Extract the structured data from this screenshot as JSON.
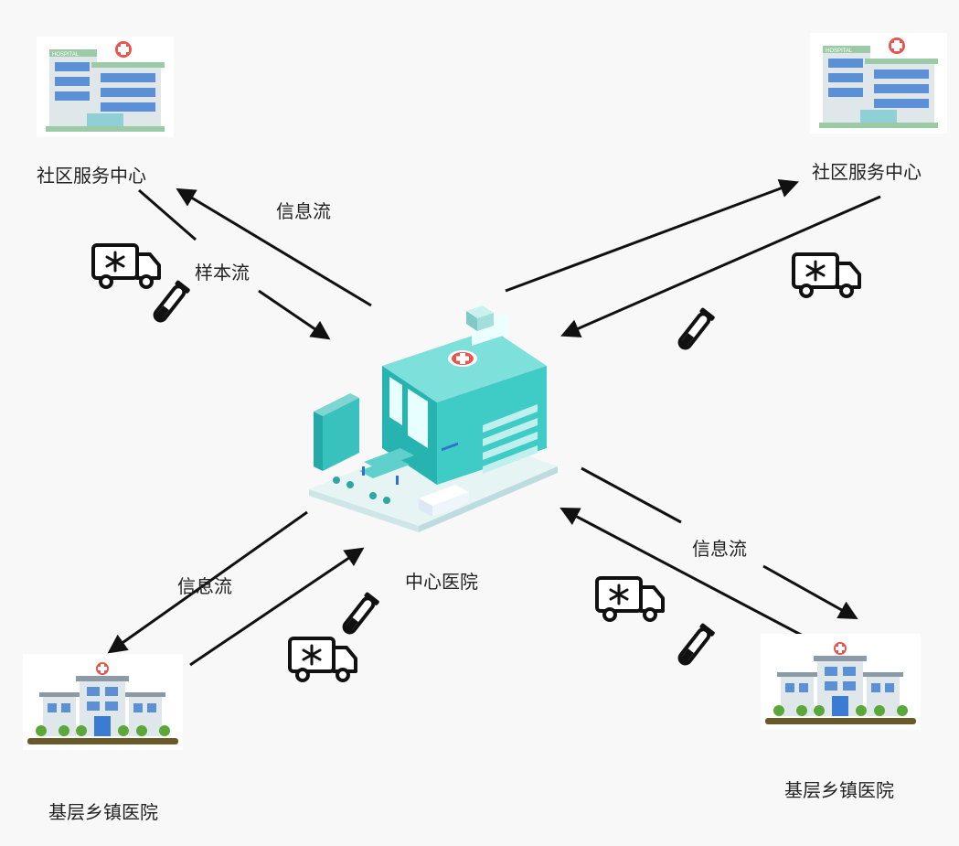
{
  "nodes": {
    "tl": {
      "label": "社区服务中心",
      "sign": "HOSPITAL"
    },
    "tr": {
      "label": "社区服务中心",
      "sign": "HOSPITAL"
    },
    "bl": {
      "label": "基层乡镇医院"
    },
    "br": {
      "label": "基层乡镇医院"
    },
    "center": {
      "label": "中心医院"
    }
  },
  "flows": {
    "tl_info": "信息流",
    "tl_sample": "样本流",
    "bl_info": "信息流",
    "br_info": "信息流"
  },
  "colors": {
    "arrow": "#111111",
    "teal": "#2ec4c0",
    "teal_dark": "#1a9e9e",
    "red_cross": "#e9544f",
    "grass": "#5aa83a"
  },
  "icons": [
    "cold-chain-truck-icon",
    "test-tube-icon"
  ]
}
